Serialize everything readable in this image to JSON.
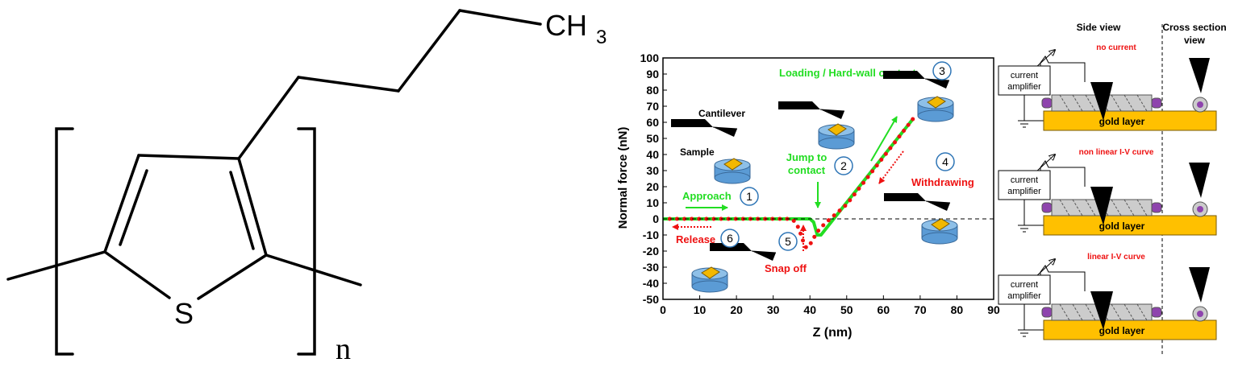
{
  "molecule": {
    "methyl_main": "CH",
    "methyl_sub": "3",
    "sulfur": "S",
    "repeat_n": "n"
  },
  "chart_data": {
    "type": "line",
    "xlabel": "Z  (nm)",
    "ylabel": "Normal force (nN)",
    "xlim": [
      0,
      90
    ],
    "ylim": [
      -50,
      100
    ],
    "x_ticks": [
      0,
      10,
      20,
      30,
      40,
      50,
      60,
      70,
      80,
      90
    ],
    "y_ticks": [
      100,
      90,
      80,
      70,
      60,
      50,
      40,
      30,
      20,
      10,
      0,
      -10,
      -20,
      -30,
      -40,
      -50
    ],
    "grid": false,
    "zero_line": "dashed",
    "series": [
      {
        "color": "#22dd22",
        "style": "solid",
        "x": [
          0,
          40,
          41,
          42,
          43,
          68
        ],
        "y": [
          0,
          0,
          -2,
          -10,
          -10,
          62
        ]
      },
      {
        "color": "#ee1111",
        "style": "dotted",
        "x": [
          68,
          50,
          44,
          42,
          41,
          40,
          39,
          38,
          37,
          36,
          35,
          20,
          10,
          0
        ],
        "y": [
          62,
          9,
          -3,
          -8,
          -12,
          -16,
          -18,
          -13,
          -6,
          -2,
          0,
          0,
          0,
          0
        ]
      }
    ],
    "annotations": {
      "cantilever": "Cantilever",
      "sample": "Sample",
      "approach": "Approach",
      "jump_to_contact": [
        "Jump to",
        "contact"
      ],
      "loading": "Loading / Hard-wall contact",
      "withdrawing": "Withdrawing",
      "snap_off": "Snap off",
      "release": "Release",
      "steps": [
        "1",
        "2",
        "3",
        "4",
        "5",
        "6"
      ]
    },
    "colors": {
      "approach": "#22dd22",
      "retract": "#ee1111",
      "sample_top": "#f2b800",
      "sample_body": "#5b9bd5"
    }
  },
  "panels": {
    "side_view": "Side view",
    "cross_section": [
      "Cross section",
      "view"
    ],
    "amplifier": [
      "current",
      "amplifier"
    ],
    "gold_layer": "gold layer",
    "states": [
      "no current",
      "non linear I-V curve",
      "linear I-V curve"
    ],
    "gold_color": "#ffc000",
    "label_color": "#ee1111"
  }
}
